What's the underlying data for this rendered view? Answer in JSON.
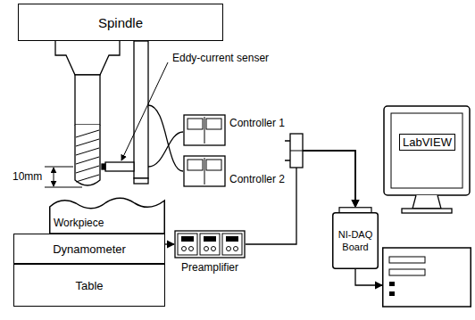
{
  "diagram": {
    "nodes": [
      {
        "text": [
          "Spindle"
        ]
      },
      {
        "text": [
          "Controller 1"
        ]
      },
      {
        "text": [
          "Controller 2"
        ]
      },
      {
        "text": [
          "Workpiece"
        ]
      },
      {
        "text": [
          "Dynamometer"
        ]
      },
      {
        "text": [
          "Preamplifier"
        ]
      },
      {
        "text": [
          "NI-DAQ Board"
        ]
      },
      {
        "text": [
          "LabVIEW"
        ]
      },
      {
        "text": [
          "Table"
        ]
      }
    ],
    "edges": [
      {
        "from": 4,
        "to": 5,
        "arrow": "to"
      },
      {
        "from": 1,
        "to": 6,
        "arrow": "to"
      },
      {
        "from": 2,
        "to": 6,
        "arrow": "to"
      },
      {
        "from": 5,
        "to": 6,
        "arrow": "to"
      },
      {
        "from": 6,
        "to": 7,
        "arrow": "to"
      }
    ],
    "labels": [
      "Eddy-current senser",
      "10mm"
    ]
  }
}
